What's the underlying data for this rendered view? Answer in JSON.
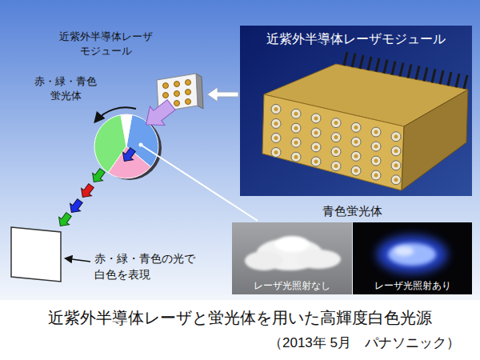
{
  "diagram": {
    "title": "近紫外半導体レーザと蛍光体を用いた高輝度白色光源",
    "caption": "（2013年 5月　パナソニック）",
    "nodes": [
      {
        "text": [
          "近紫外半導体レーザモジュール"
        ]
      },
      {
        "text": [
          "レーザ光照射なし"
        ]
      },
      {
        "text": [
          "レーザ光照射あり"
        ]
      }
    ],
    "labels": [
      "近紫外半導体レーザ モジュール",
      "赤・緑・青色 蛍光体",
      "青色蛍光体",
      "赤・緑・青色の光で 白色を表現"
    ]
  }
}
